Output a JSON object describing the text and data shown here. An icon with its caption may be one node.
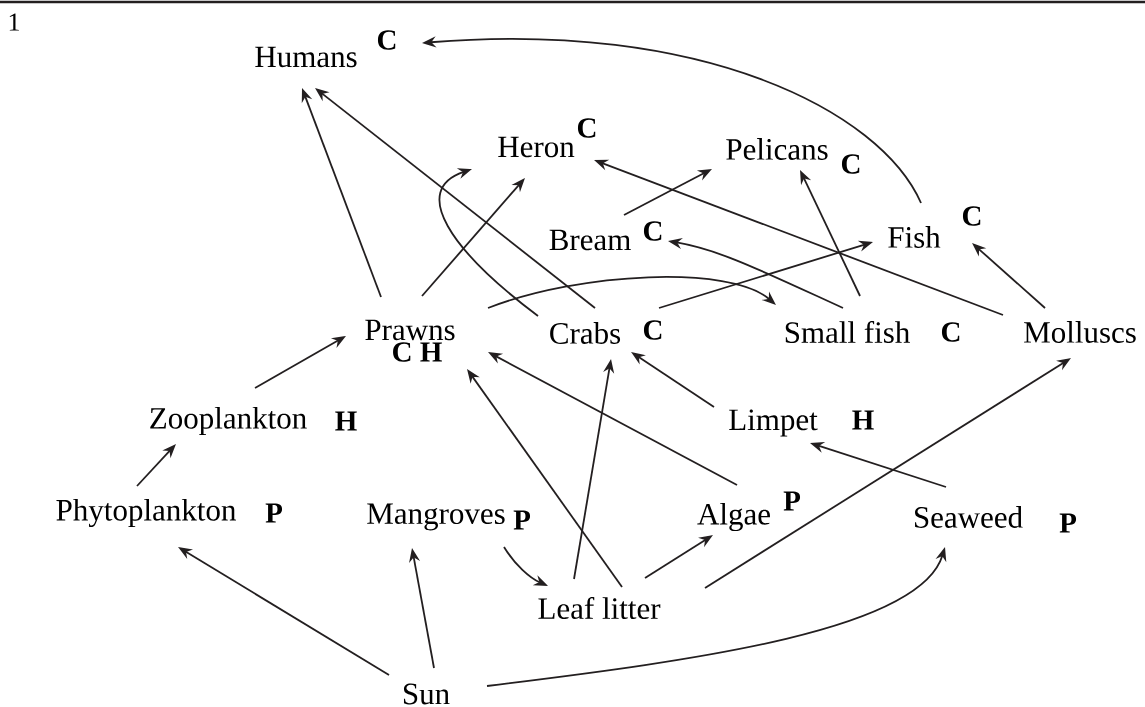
{
  "diagram": {
    "nodes": [
      {
        "text": [
          "Humans"
        ],
        "beside": [
          "C"
        ]
      },
      {
        "text": [
          "Heron"
        ],
        "beside": [
          "C"
        ]
      },
      {
        "text": [
          "Pelicans"
        ],
        "beside": [
          "C"
        ]
      },
      {
        "text": [
          "Bream"
        ],
        "beside": [
          "C"
        ]
      },
      {
        "text": [
          "Fish"
        ],
        "beside": [
          "C"
        ]
      },
      {
        "text": [
          "Prawns"
        ],
        "beside": [
          "C H"
        ]
      },
      {
        "text": [
          "Crabs"
        ],
        "beside": [
          "C"
        ]
      },
      {
        "text": [
          "Small fish"
        ],
        "beside": [
          "C"
        ]
      },
      {
        "text": [
          "Molluscs"
        ]
      },
      {
        "text": [
          "Zooplankton"
        ],
        "beside": [
          "H"
        ]
      },
      {
        "text": [
          "Limpet"
        ],
        "beside": [
          "H"
        ]
      },
      {
        "text": [
          "Phytoplankton"
        ],
        "beside": [
          "P"
        ]
      },
      {
        "text": [
          "Mangroves"
        ],
        "beside": [
          "P"
        ]
      },
      {
        "text": [
          "Algae"
        ],
        "beside": [
          "P"
        ]
      },
      {
        "text": [
          "Seaweed"
        ],
        "beside": [
          "P"
        ]
      },
      {
        "text": [
          "Leaf litter"
        ]
      },
      {
        "text": [
          "Sun"
        ]
      }
    ],
    "edges": [
      {
        "from": 5,
        "to": 0,
        "arrow": "to"
      },
      {
        "from": 6,
        "to": 0,
        "arrow": "to"
      },
      {
        "from": 4,
        "to": 0,
        "arrow": "to"
      },
      {
        "from": 5,
        "to": 1,
        "arrow": "to"
      },
      {
        "from": 6,
        "to": 1,
        "arrow": "to"
      },
      {
        "from": 8,
        "to": 1,
        "arrow": "to"
      },
      {
        "from": 3,
        "to": 2,
        "arrow": "to"
      },
      {
        "from": 7,
        "to": 2,
        "arrow": "to"
      },
      {
        "from": 7,
        "to": 3,
        "arrow": "to"
      },
      {
        "from": 6,
        "to": 4,
        "arrow": "to"
      },
      {
        "from": 8,
        "to": 4,
        "arrow": "to"
      },
      {
        "from": 5,
        "to": 7,
        "arrow": "to"
      },
      {
        "from": 9,
        "to": 5,
        "arrow": "to"
      },
      {
        "from": 11,
        "to": 9,
        "arrow": "to"
      },
      {
        "from": 15,
        "to": 5,
        "arrow": "to"
      },
      {
        "from": 13,
        "to": 5,
        "arrow": "to"
      },
      {
        "from": 10,
        "to": 6,
        "arrow": "to"
      },
      {
        "from": 15,
        "to": 6,
        "arrow": "to"
      },
      {
        "from": 14,
        "to": 10,
        "arrow": "to"
      },
      {
        "from": 15,
        "to": 13,
        "arrow": "to"
      },
      {
        "from": 15,
        "to": 8,
        "arrow": "to"
      },
      {
        "from": 12,
        "to": 15,
        "arrow": "to"
      },
      {
        "from": 16,
        "to": 11,
        "arrow": "to"
      },
      {
        "from": 16,
        "to": 12,
        "arrow": "to"
      },
      {
        "from": 16,
        "to": 14,
        "arrow": "to"
      }
    ],
    "labels": [
      "1"
    ]
  }
}
